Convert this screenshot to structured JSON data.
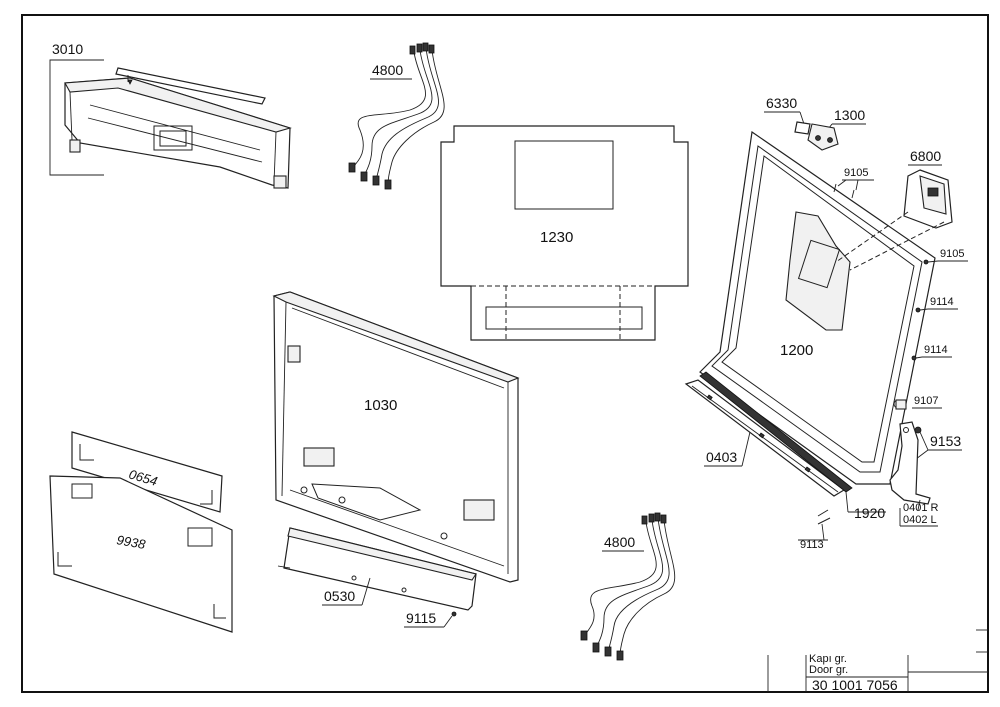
{
  "labels": {
    "p3010": "3010",
    "p4800a": "4800",
    "p4800b": "4800",
    "p1230": "1230",
    "p6330": "6330",
    "p1300": "1300",
    "p6800": "6800",
    "p9105a": "9105",
    "p9105b": "9105",
    "p1200": "1200",
    "p9114a": "9114",
    "p9114b": "9114",
    "p9107": "9107",
    "p9153": "9153",
    "p1030": "1030",
    "p0654": "0654",
    "p9938": "9938",
    "p0403": "0403",
    "p1920": "1920",
    "p0401": "0401 R",
    "p0402": "0402 L",
    "p9113": "9113",
    "p0530": "0530",
    "p9115": "9115"
  },
  "title_block": {
    "line_tr": "Kapı gr.",
    "line_en": "Door gr.",
    "code": "30 1001 7056"
  }
}
